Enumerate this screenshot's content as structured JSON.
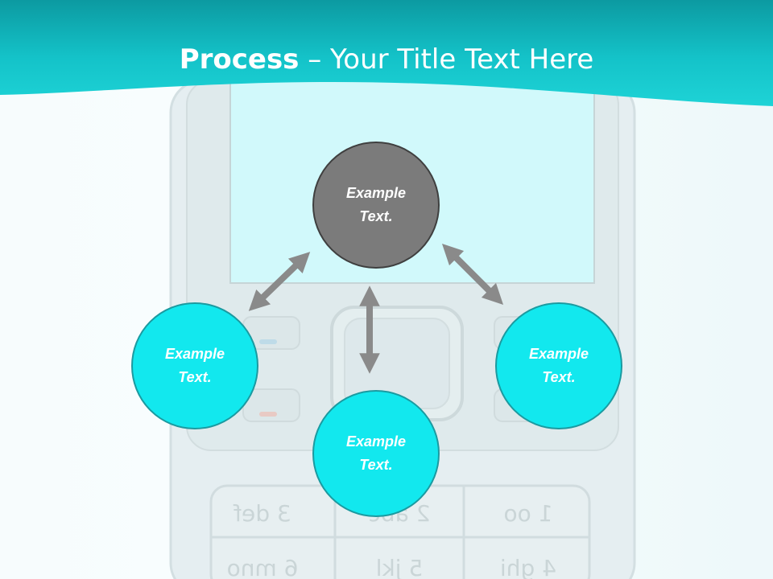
{
  "slide": {
    "title_bold": "Process",
    "title_rest": " – Your Title Text Here"
  },
  "nodes": {
    "center": "Example\nText.",
    "left": "Example\nText.",
    "right": "Example\nText.",
    "bottom": "Example\nText."
  },
  "colors": {
    "header": "#14c3c9",
    "center_node": "#7b7b7b",
    "outer_node": "#12e8ee",
    "arrow": "#8a8a8a"
  },
  "background_keypad": {
    "keys": [
      "1 oo",
      "2 abc",
      "3 def",
      "4 ghi",
      "5 jkl",
      "6 mno"
    ]
  }
}
